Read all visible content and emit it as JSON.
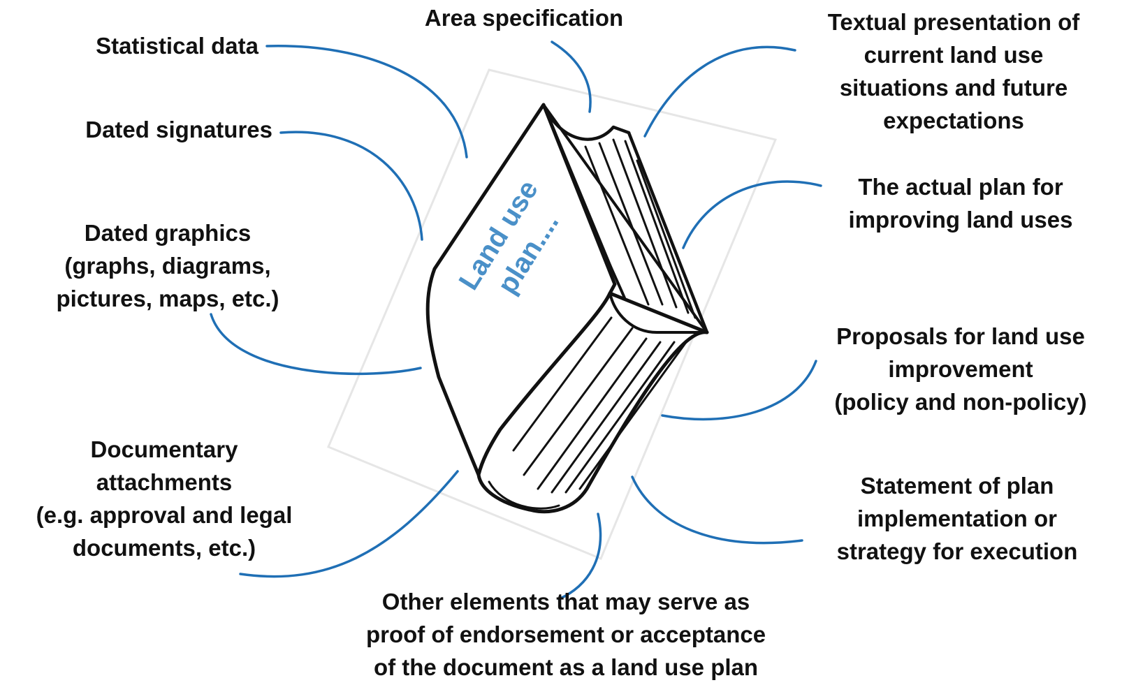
{
  "book": {
    "title_lines": [
      "Land use",
      "plan...."
    ],
    "title_color": "#4a90c8",
    "outline_color": "#111111",
    "connector_color": "#1f6fb5"
  },
  "left": {
    "statistical_data": [
      "Statistical data"
    ],
    "dated_signatures": [
      "Dated signatures"
    ],
    "dated_graphics": [
      "Dated graphics",
      "(graphs, diagrams,",
      "pictures, maps, etc.)"
    ],
    "documentary_attachments": [
      "Documentary",
      "attachments",
      "(e.g. approval and legal",
      "documents, etc.)"
    ]
  },
  "top": {
    "area_specification": [
      "Area specification"
    ]
  },
  "right": {
    "textual_presentation": [
      "Textual presentation of",
      "current land use",
      "situations and future",
      "expectations"
    ],
    "actual_plan": [
      "The actual plan for",
      "improving land uses"
    ],
    "proposals": [
      "Proposals for land use",
      "improvement",
      "(policy and non-policy)"
    ],
    "statement_of_plan": [
      "Statement of plan",
      "implementation or",
      "strategy for execution"
    ]
  },
  "bottom": {
    "other_elements": [
      "Other elements that may serve as",
      "proof of endorsement or acceptance",
      "of the document as a land use plan"
    ]
  }
}
